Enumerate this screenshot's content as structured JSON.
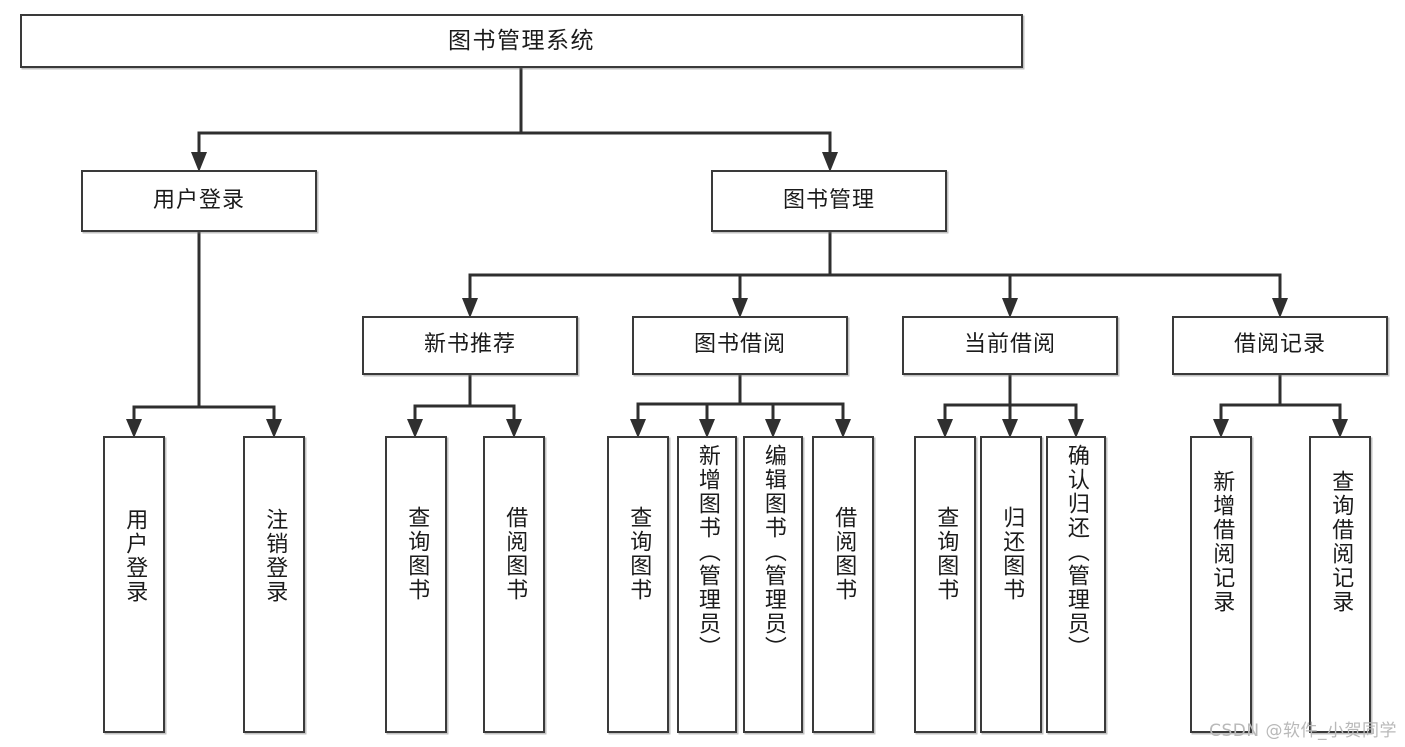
{
  "diagram": {
    "title": "图书管理系统",
    "type": "tree",
    "colors": {
      "box_border": "#3a3a3a",
      "box_fill": "#ffffff",
      "connector": "#2f2f2f",
      "text": "#1b1b1b",
      "watermark": "#b9b9b9",
      "background": "#ffffff"
    },
    "watermark": "CSDN @软件_小贺同学",
    "nodes": {
      "root": {
        "label": "图书管理系统"
      },
      "level2": [
        {
          "id": "user-login",
          "label": "用户登录"
        },
        {
          "id": "book-manage",
          "label": "图书管理"
        }
      ],
      "level3": [
        {
          "id": "new-book-rec",
          "label": "新书推荐"
        },
        {
          "id": "book-borrow",
          "label": "图书借阅"
        },
        {
          "id": "current-borrow",
          "label": "当前借阅"
        },
        {
          "id": "borrow-record",
          "label": "借阅记录"
        }
      ],
      "leaves": {
        "user-login": [
          {
            "id": "leaf-user-login",
            "label": "用户登录"
          },
          {
            "id": "leaf-user-logout",
            "label": "注销登录"
          }
        ],
        "new-book-rec": [
          {
            "id": "leaf-query-book-1",
            "label": "查询图书"
          },
          {
            "id": "leaf-borrow-book-1",
            "label": "借阅图书"
          }
        ],
        "book-borrow": [
          {
            "id": "leaf-query-book-2",
            "label": "查询图书"
          },
          {
            "id": "leaf-add-book",
            "label": "新增图书（管理员）"
          },
          {
            "id": "leaf-edit-book",
            "label": "编辑图书（管理员）"
          },
          {
            "id": "leaf-borrow-book-2",
            "label": "借阅图书"
          }
        ],
        "current-borrow": [
          {
            "id": "leaf-query-book-3",
            "label": "查询图书"
          },
          {
            "id": "leaf-return-book",
            "label": "归还图书"
          },
          {
            "id": "leaf-confirm-return",
            "label": "确认归还（管理员）"
          }
        ],
        "borrow-record": [
          {
            "id": "leaf-add-record",
            "label": "新增借阅记录"
          },
          {
            "id": "leaf-query-record",
            "label": "查询借阅记录"
          }
        ]
      }
    }
  }
}
